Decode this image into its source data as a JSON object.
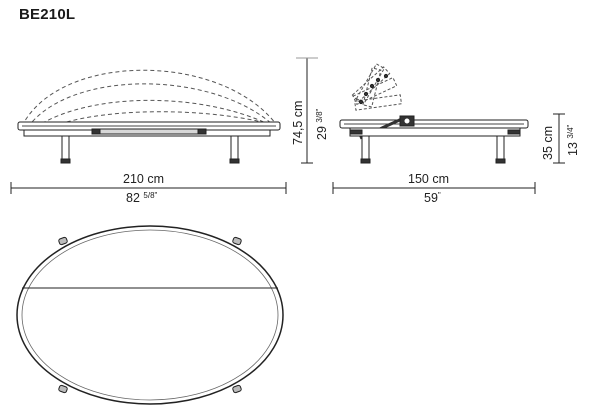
{
  "model": "BE210L",
  "side_view": {
    "length_metric": "210 cm",
    "length_imperial_whole": "82",
    "length_imperial_frac_num": "5",
    "length_imperial_frac_den": "8",
    "height_metric": "74,5 cm",
    "height_imperial_whole": "29",
    "height_imperial_frac_num": "3",
    "height_imperial_frac_den": "8"
  },
  "end_view": {
    "width_metric": "150 cm",
    "width_imperial": "59",
    "height_metric": "35 cm",
    "height_imperial_whole": "13",
    "height_imperial_frac_num": "3",
    "height_imperial_frac_den": "4"
  },
  "inch_mark": "\""
}
